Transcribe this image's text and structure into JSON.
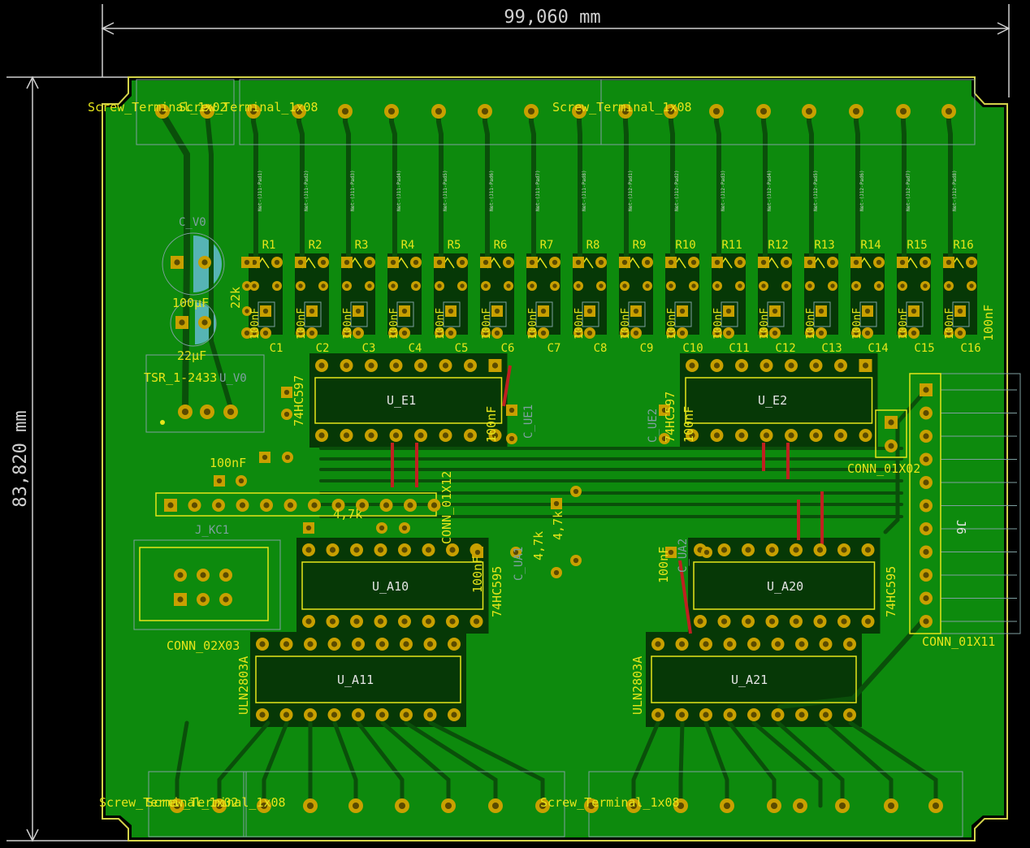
{
  "colors": {
    "background": "#000000",
    "board": "#0d8a0d",
    "copper": "#0a5a0a",
    "edge": "#d4d44a",
    "silkscreen": "#e5e51a",
    "pad": "#c8a000",
    "fab": "#7fa0a0",
    "redtrack": "#c02020",
    "dimension": "#d0d0d0"
  },
  "dimensions": {
    "width_label": "99,060 mm",
    "height_label": "83,820 mm"
  },
  "labels": {
    "screw_top_left": "Screw_Terminal_1x02",
    "screw_top_left_b": "Screw_Terminal_1x08",
    "screw_top_right": "Screw_Terminal_1x08",
    "screw_bottom_left": "Screw_Terminal_1x02",
    "screw_bottom_left_b": "Screw_Terminal_1x08",
    "screw_bottom_right": "Screw_Terminal_1x08",
    "c_v0": "C_V0",
    "cap_100uf": "100µF",
    "cap_22uf": "22µF",
    "tsr": "TSR_1-2433",
    "u_v0": "U_V0",
    "res_22k": "22k",
    "u_e1": "U_E1",
    "u_e2": "U_E2",
    "ic_597a": "74HC597",
    "ic_597b": "74HC597",
    "conn_01x02": "CONN_01X02",
    "conn_01x12": "CONN_01X12",
    "conn_01x11": "CONN_01X11",
    "conn_02x03": "CONN_02X03",
    "j6": "J6",
    "jc1": "J_KC1",
    "u_a10": "U_A10",
    "u_a20": "U_A20",
    "u_a11": "U_A11",
    "u_a21": "U_A21",
    "uln_a": "ULN2803A",
    "uln_b": "ULN2803A",
    "hc595_a": "74HC595",
    "hc595_b": "74HC595",
    "r47k_a": "4,7k",
    "r47k_b": "4,7k",
    "r47k_c": "4,7k",
    "nf100_a": "100nF",
    "nf100_b": "100nF",
    "nf100_c": "100nF",
    "nf100_d": "100nF",
    "nf100_e": "100nF",
    "nf100_right": "100nF",
    "nf100_left": "100nF",
    "c_ue1": "C_UE1",
    "c_ue2": "C_UE2",
    "c_ua1": "C_UA1",
    "c_ua2": "C_UA2"
  },
  "resistors": [
    "R1",
    "R2",
    "R3",
    "R4",
    "R5",
    "R6",
    "R7",
    "R8",
    "R9",
    "R10",
    "R11",
    "R12",
    "R13",
    "R14",
    "R15",
    "R16"
  ],
  "capacitors": [
    "C1",
    "C2",
    "C3",
    "C4",
    "C5",
    "C6",
    "C7",
    "C8",
    "C9",
    "C10",
    "C11",
    "C12",
    "C13",
    "C14",
    "C15",
    "C16"
  ]
}
